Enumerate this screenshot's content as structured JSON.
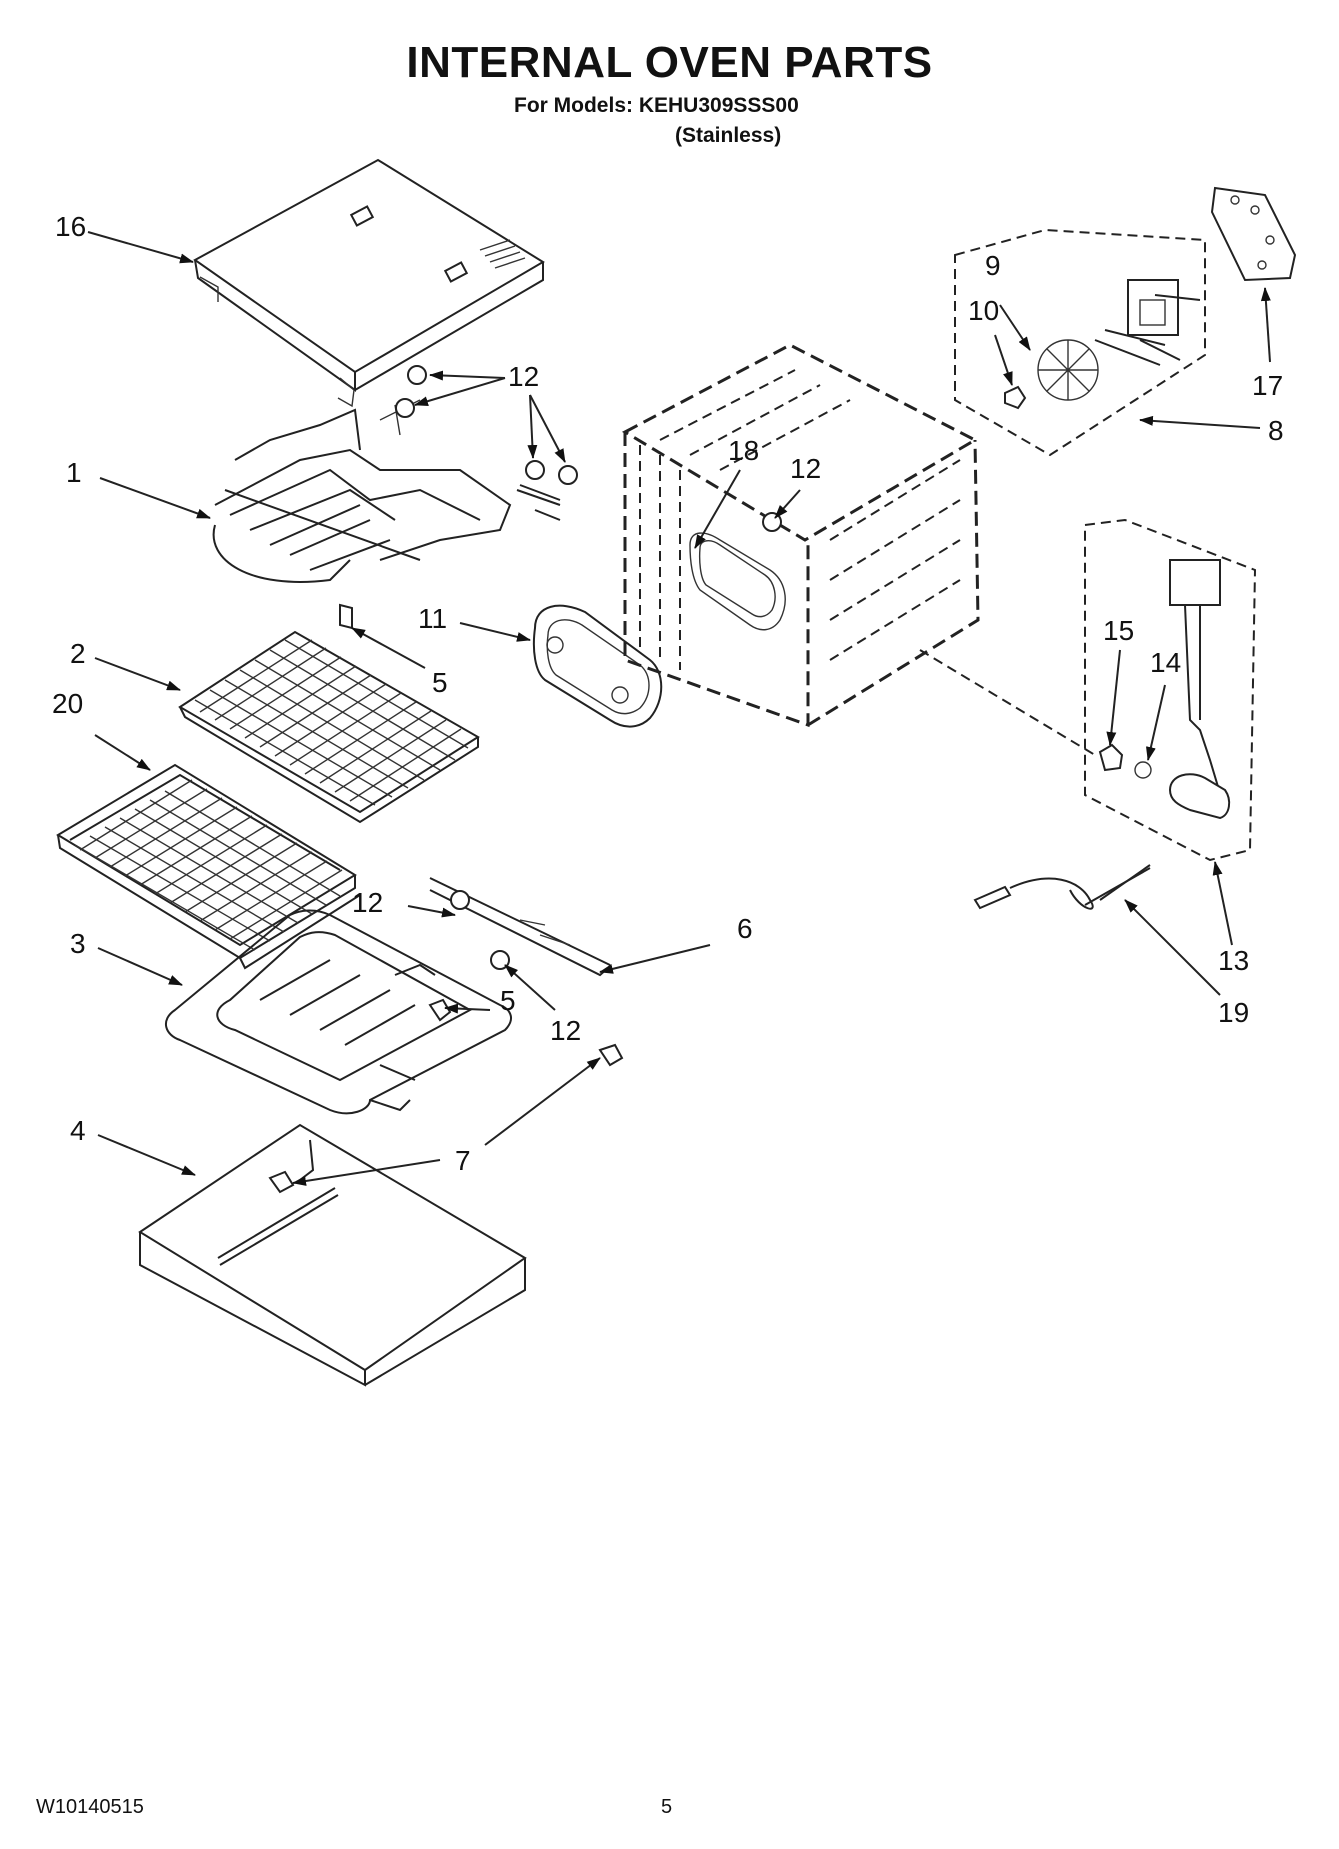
{
  "header": {
    "title": "INTERNAL OVEN PARTS",
    "models_line": "For Models: KEHU309SSS00",
    "finish_line": "(Stainless)"
  },
  "footer": {
    "doc_number": "W10140515",
    "page_number": "5"
  },
  "callouts": {
    "c1": "1",
    "c2": "2",
    "c3": "3",
    "c4": "4",
    "c5a": "5",
    "c5b": "5",
    "c6": "6",
    "c7": "7",
    "c8": "8",
    "c9": "9",
    "c10": "10",
    "c11": "11",
    "c12a": "12",
    "c12b": "12",
    "c12c": "12",
    "c12d": "12",
    "c13": "13",
    "c14": "14",
    "c15": "15",
    "c16": "16",
    "c17": "17",
    "c18": "18",
    "c19": "19",
    "c20": "20"
  }
}
